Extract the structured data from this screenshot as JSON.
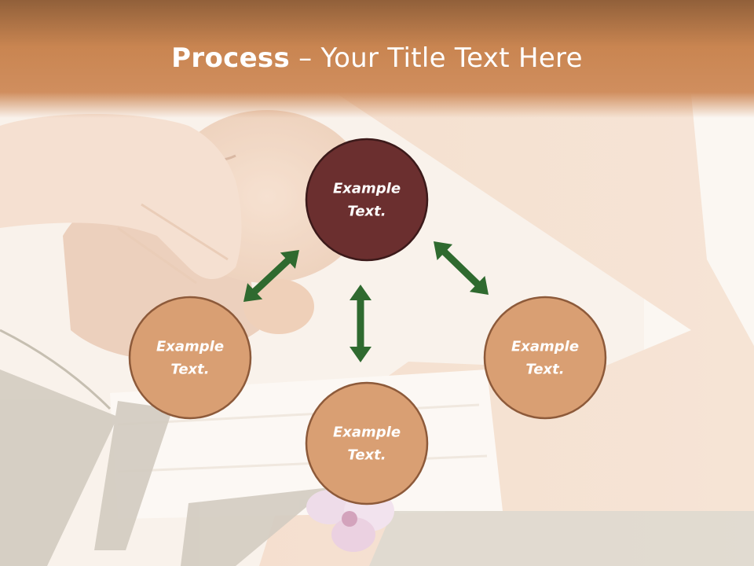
{
  "slide": {
    "title_bold": "Process",
    "title_rest": " – Your Title Text Here"
  },
  "diagram": {
    "nodes": [
      {
        "id": "top",
        "lines": [
          "Example",
          "Text."
        ],
        "fill": "#6b2f2f",
        "stroke": "#3c1a1a",
        "role": "center"
      },
      {
        "id": "left",
        "lines": [
          "Example",
          "Text."
        ],
        "fill": "#d99f73",
        "stroke": "#8d5a3a",
        "role": "outer"
      },
      {
        "id": "bottom",
        "lines": [
          "Example",
          "Text."
        ],
        "fill": "#d99f73",
        "stroke": "#8d5a3a",
        "role": "outer"
      },
      {
        "id": "right",
        "lines": [
          "Example",
          "Text."
        ],
        "fill": "#d99f73",
        "stroke": "#8d5a3a",
        "role": "outer"
      }
    ],
    "connectors": [
      {
        "from": "top",
        "to": "left",
        "style": "double-arrow"
      },
      {
        "from": "top",
        "to": "bottom",
        "style": "double-arrow"
      },
      {
        "from": "top",
        "to": "right",
        "style": "double-arrow"
      }
    ],
    "arrow_color": "#2f6a2f"
  },
  "colors": {
    "title_band": "#c98551",
    "title_text": "#ffffff"
  }
}
